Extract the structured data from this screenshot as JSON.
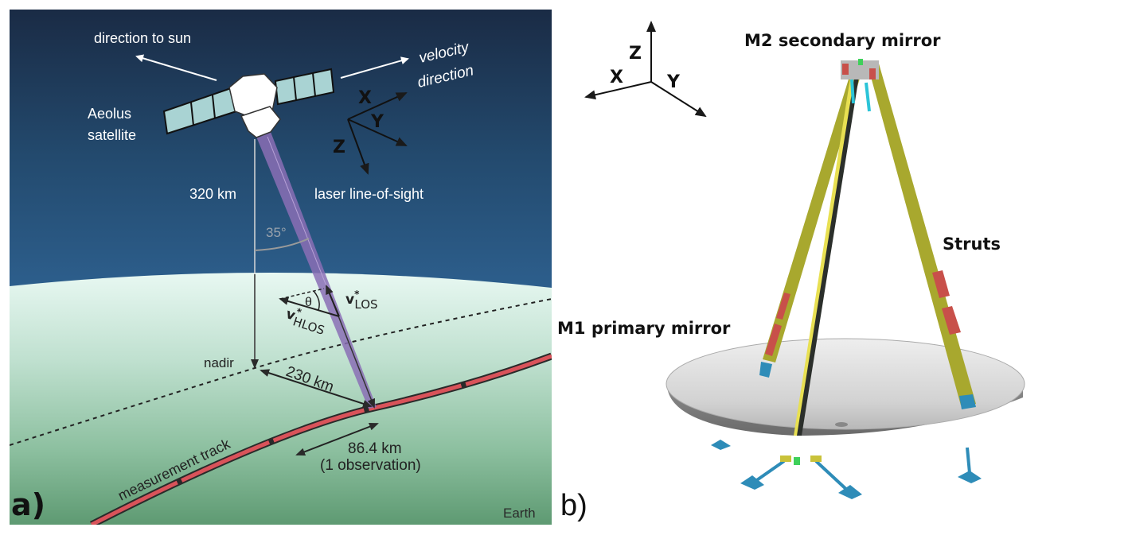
{
  "panel_a": {
    "label": "a)",
    "direction_to_sun": "direction to sun",
    "velocity_line1": "velocity",
    "velocity_line2": "direction",
    "satellite_line1": "Aeolus",
    "satellite_line2": "satellite",
    "axis_x": "X",
    "axis_y": "Y",
    "axis_z": "Z",
    "altitude": "320 km",
    "laser_los": "laser line-of-sight",
    "angle": "35°",
    "theta": "θ",
    "v_los_main": "v",
    "v_los_sup": "*",
    "v_los_sub": "LOS",
    "v_hlos_main": "v",
    "v_hlos_sup": "*",
    "v_hlos_sub": "HLOS",
    "nadir": "nadir",
    "offset_distance": "230 km",
    "observation_line1": "86.4 km",
    "observation_line2": "(1 observation)",
    "track": "measurement track",
    "earth": "Earth",
    "colors": {
      "space_top": "#1b2d48",
      "space_bottom": "#2d5e8a",
      "atmosphere_top": "#e6f7f0",
      "ground_bottom": "#5e9a72",
      "beam": "#8a6fb5",
      "track": "#d9535a"
    }
  },
  "panel_b": {
    "label": "b)",
    "axis_x": "X",
    "axis_y": "Y",
    "axis_z": "Z",
    "m2_label": "M2 secondary mirror",
    "struts_label": "Struts",
    "m1_label": "M1 primary mirror",
    "colors": {
      "strut": "#a8a82e",
      "strut_highlight": "#e8e052",
      "heater": "#c8504a",
      "mirror": "#d4d4d4",
      "bracket": "#2e8cb8"
    }
  }
}
